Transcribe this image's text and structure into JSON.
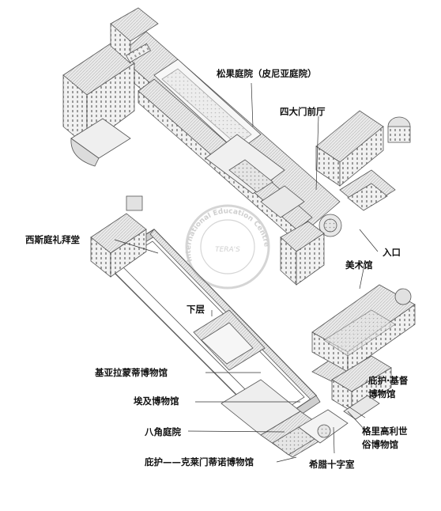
{
  "labels": {
    "pinecone_courtyard": "松果庭院（皮尼亚庭院）",
    "four_gates_vestibule": "四大门前厅",
    "sistine_chapel": "西斯庭礼拜堂",
    "entrance": "入口",
    "art_gallery": "美术馆",
    "lower_level": "下层",
    "chiaramonti_museum": "基亚拉蒙蒂博物馆",
    "egyptian_museum": "埃及博物馆",
    "octagonal_court": "八角庭院",
    "pio_clementino_museum": "庇护——克莱门蒂诺博物馆",
    "greek_cross_room": "希腊十字室",
    "pio_christian_museum_line1": "庇护·基督",
    "pio_christian_museum_line2": "博物馆",
    "gregorian_museum_line1": "格里高利世",
    "gregorian_museum_line2": "俗博物馆"
  },
  "watermark": {
    "arc_top": "International Education Centre",
    "center": "TERA'S"
  }
}
